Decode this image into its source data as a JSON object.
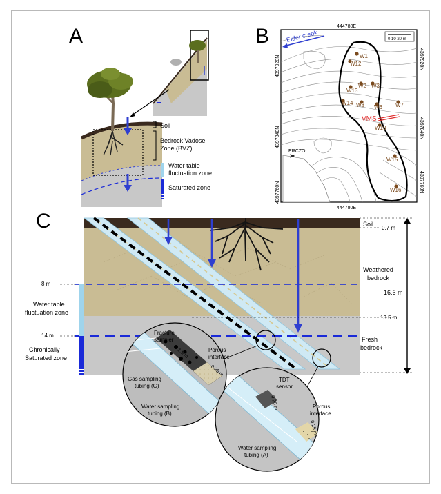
{
  "panels": {
    "a": {
      "letter": "A",
      "soil_label": "Soil",
      "bvz_label": "Bedrock Vadose Zone (BVZ)",
      "wt_label": "Water table fluctuation zone",
      "saturated_label": "Saturated zone"
    },
    "b": {
      "letter": "B",
      "top_easting": "444780E",
      "bottom_easting": "444780E",
      "left_north_1": "4397920N",
      "left_north_2": "4397840N",
      "left_north_3": "4397760N",
      "right_north_1": "4397920N",
      "right_north_2": "4397840N",
      "right_north_3": "4397760N",
      "creek_label": "Elder creek",
      "scale_label": "0  10  20 m",
      "vms_label": "VMS",
      "erczo_label": "ERCZO",
      "wells": [
        "W1",
        "W12",
        "W2",
        "W3",
        "W13",
        "W14",
        "W8",
        "W6",
        "W7",
        "W10",
        "W15",
        "W16"
      ]
    },
    "c": {
      "letter": "C",
      "soil_label": "Soil",
      "soil_depth": "0.7 m",
      "weathered_label": "Weathered bedrock",
      "fresh_label": "Fresh bedrock",
      "total_depth": "16.6 m",
      "depth_13": "13.5 m",
      "depth_8": "8 m",
      "depth_14": "14 m",
      "wt_label": "Water table fluctuation zone",
      "chronic_label": "Chronically Saturated zone",
      "fracture_sampler": "Fracture sampler",
      "len_15": "1.5 m",
      "len_025a": "0.25 m",
      "porous_1": "Porous interface",
      "gas_tubing": "Gas sampling tubing (G)",
      "water_tubing_b": "Water sampling tubing (B)",
      "tdt_sensor": "TDT sensor",
      "len_020": "0.20 m",
      "len_025b": "0.25 m",
      "porous_2": "Porous interface",
      "water_tubing_a": "Water sampling tubing (A)"
    }
  },
  "colors": {
    "weathered": "#c9bc94",
    "fresh": "#c8c8c8",
    "soil": "#3a2a1e",
    "water_blue": "#2f3fd0",
    "light_blue": "#9fd4ec",
    "saturated_blue": "#1a2ad8",
    "well_dot": "#7a4a1e",
    "vms_red": "#e03030"
  }
}
